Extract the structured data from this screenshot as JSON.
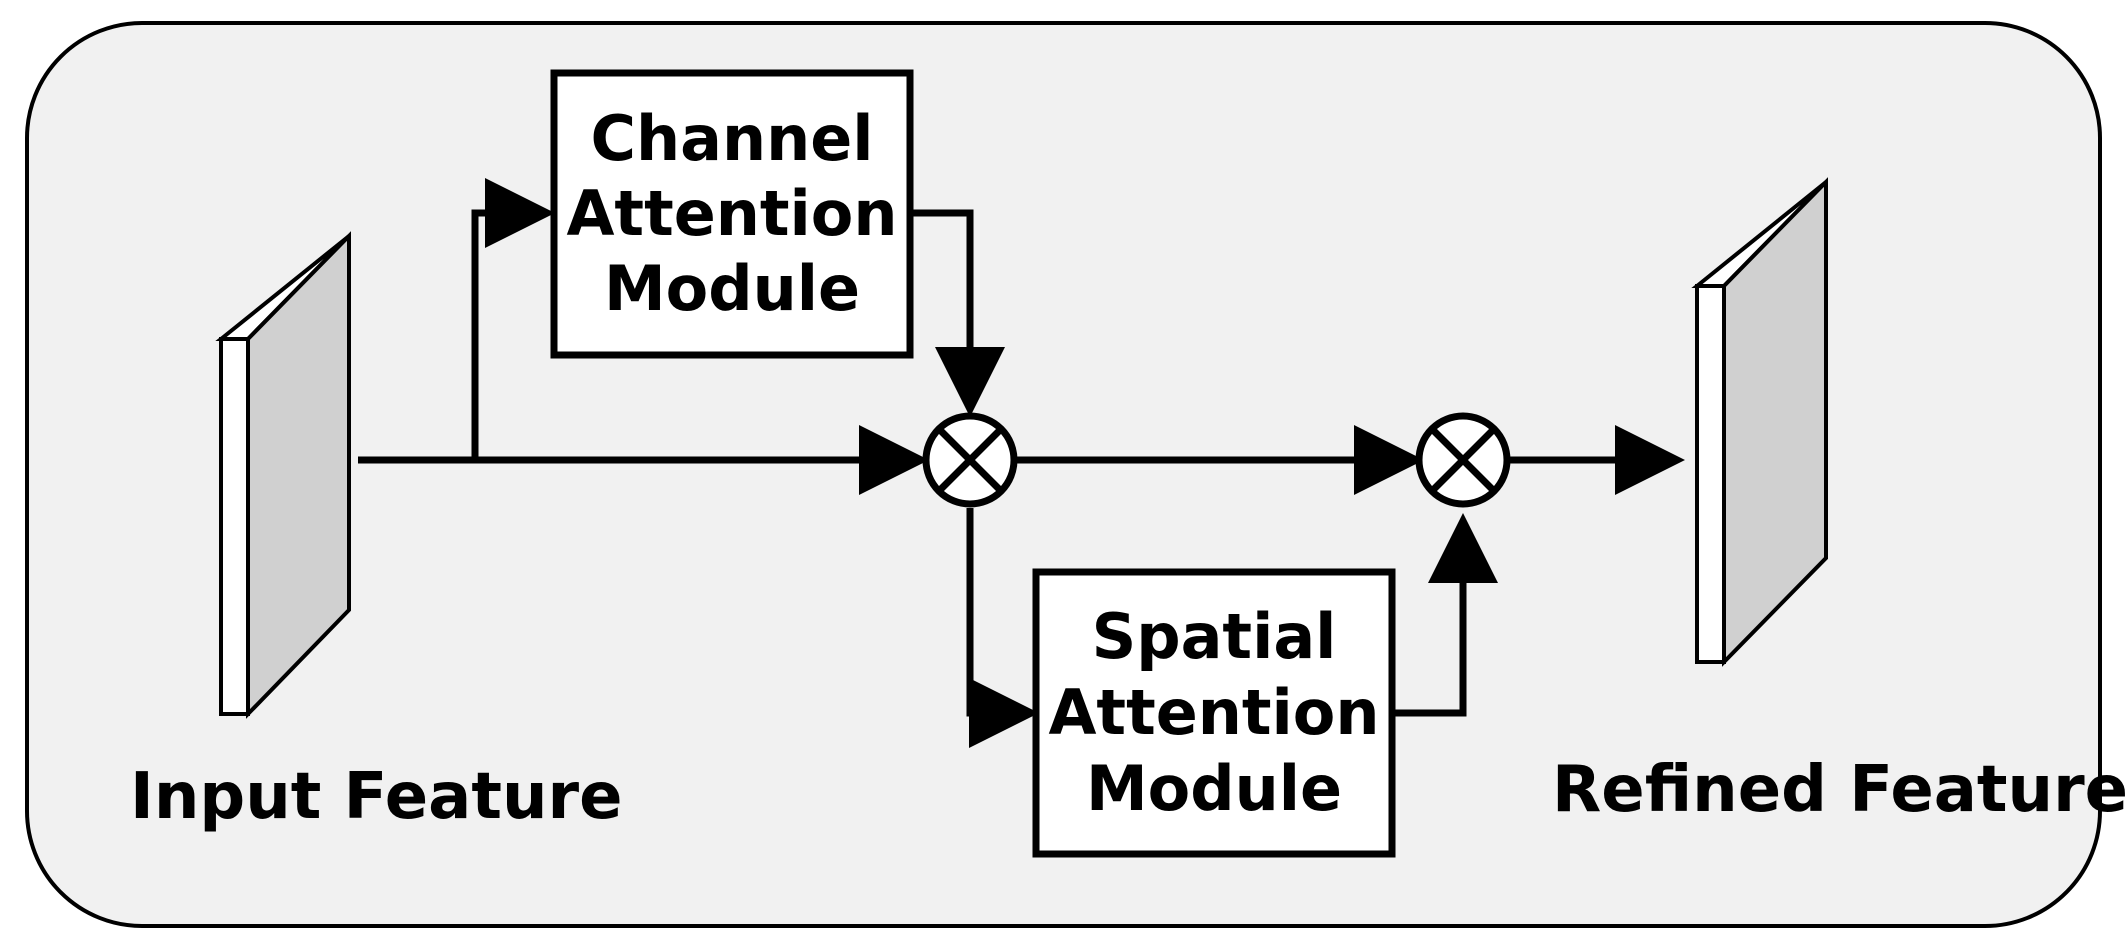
{
  "colors": {
    "background": "#f1f1f1",
    "stroke": "#000000",
    "box_fill": "#ffffff",
    "feature_front": "#ffffff",
    "feature_side": "#d0d0d0"
  },
  "modules": {
    "channel": {
      "line1": "Channel",
      "line2": "Attention",
      "line3": "Module"
    },
    "spatial": {
      "line1": "Spatial",
      "line2": "Attention",
      "line3": "Module"
    }
  },
  "labels": {
    "input": "Input Feature",
    "refined": "Refined Feature"
  },
  "operators": {
    "multiply_symbol": "otimes"
  }
}
